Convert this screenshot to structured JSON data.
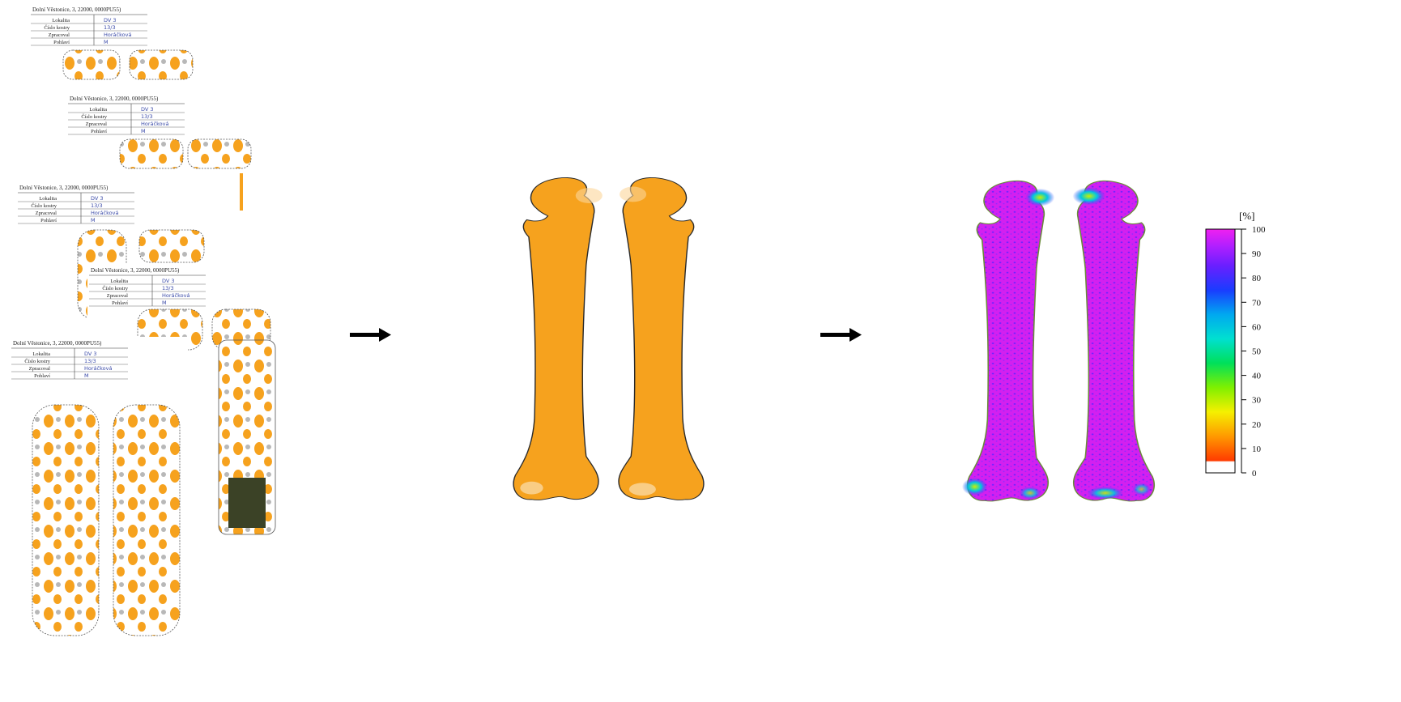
{
  "record_sheets": {
    "header": "Dolní Věstonice, 3, 22000, 0000PU55)",
    "fields": [
      {
        "label": "Lokalita",
        "value": "DV 3"
      },
      {
        "label": "Číslo kostry",
        "value": "13/3"
      },
      {
        "label": "Zpracoval",
        "value": "Horáčková"
      },
      {
        "label": "Pohlaví",
        "value": "M"
      }
    ]
  },
  "colors": {
    "bone_fill": "#f6a21e",
    "bone_outline": "#2a2a2a",
    "arrow": "#000000",
    "heatmap_base": "#d21ff0"
  },
  "colorbar": {
    "unit": "[%]",
    "ticks": [
      "100",
      "90",
      "80",
      "70",
      "60",
      "50",
      "40",
      "30",
      "20",
      "10",
      "0"
    ]
  }
}
